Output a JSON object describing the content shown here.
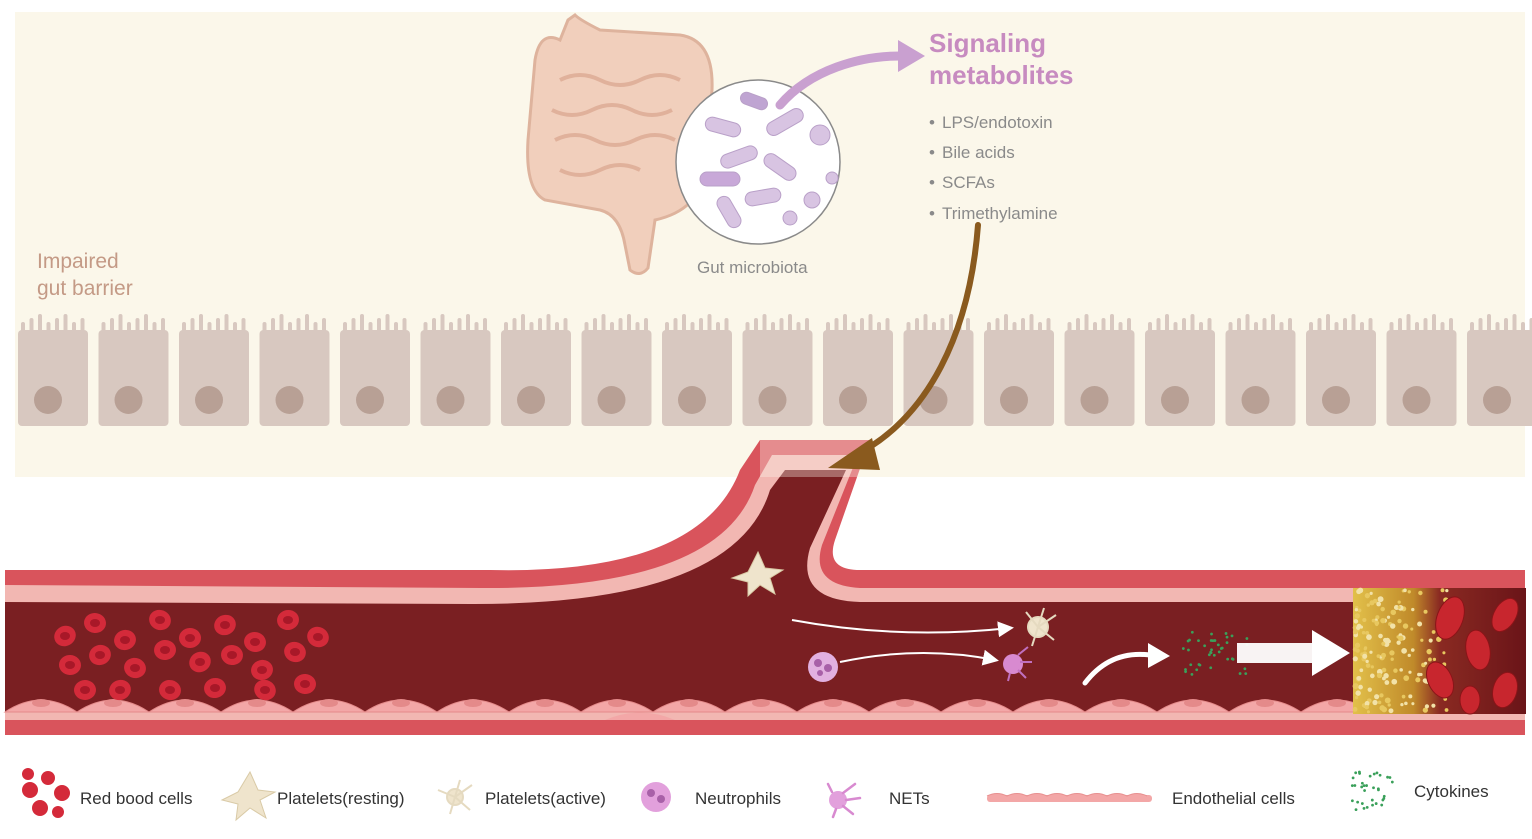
{
  "labels": {
    "signaling_title_line1": "Signaling",
    "signaling_title_line2": "metabolites",
    "metabolites": [
      "LPS/endotoxin",
      "Bile acids",
      "SCFAs",
      "Trimethylamine"
    ],
    "gut_microbiota": "Gut microbiota",
    "impaired_line1": "Impaired",
    "impaired_line2": "gut barrier"
  },
  "legend": [
    {
      "key": "rbc",
      "label": "Red bood cells",
      "icon": "red-blood-cells-icon"
    },
    {
      "key": "platelet_resting",
      "label": "Platelets(resting)",
      "icon": "resting-platelet-icon"
    },
    {
      "key": "platelet_active",
      "label": "Platelets(active)",
      "icon": "active-platelet-icon"
    },
    {
      "key": "neutrophil",
      "label": "Neutrophils",
      "icon": "neutrophil-icon"
    },
    {
      "key": "nets",
      "label": "NETs",
      "icon": "nets-icon"
    },
    {
      "key": "endothelial",
      "label": "Endothelial cells",
      "icon": "endothelial-cells-icon"
    },
    {
      "key": "cytokines",
      "label": "Cytokines",
      "icon": "cytokines-icon"
    }
  ],
  "colors": {
    "gut_bg": "#fbf7ea",
    "epithelial": "#d8c8c0",
    "nucleus": "#b8a095",
    "vessel_lumen": "#7a1f22",
    "vessel_wall": "#d9545c",
    "vessel_inner": "#f2b7b2",
    "endothelium": "#f3a7a7",
    "rbc": "#d42a3a",
    "platelet": "#efe4cc",
    "neutrophil": "#d88ad0",
    "signaling": "#c78bc0",
    "arrow_brown": "#8a5a1e",
    "thrombus_yellow": "#d8b040"
  }
}
